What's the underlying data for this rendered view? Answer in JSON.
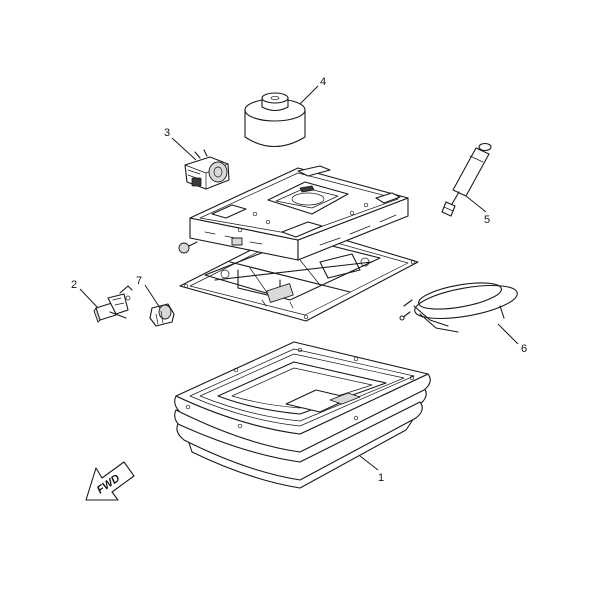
{
  "callouts": {
    "c1": "1",
    "c2": "2",
    "c3": "3",
    "c4": "4",
    "c5": "5",
    "c6": "6",
    "c7": "7"
  },
  "direction_arrow": {
    "label": "FWD",
    "icon": "forward-arrow-icon"
  },
  "colors": {
    "line": "#1a1a1a",
    "background": "#ffffff",
    "shade": "#d9d9d9"
  }
}
